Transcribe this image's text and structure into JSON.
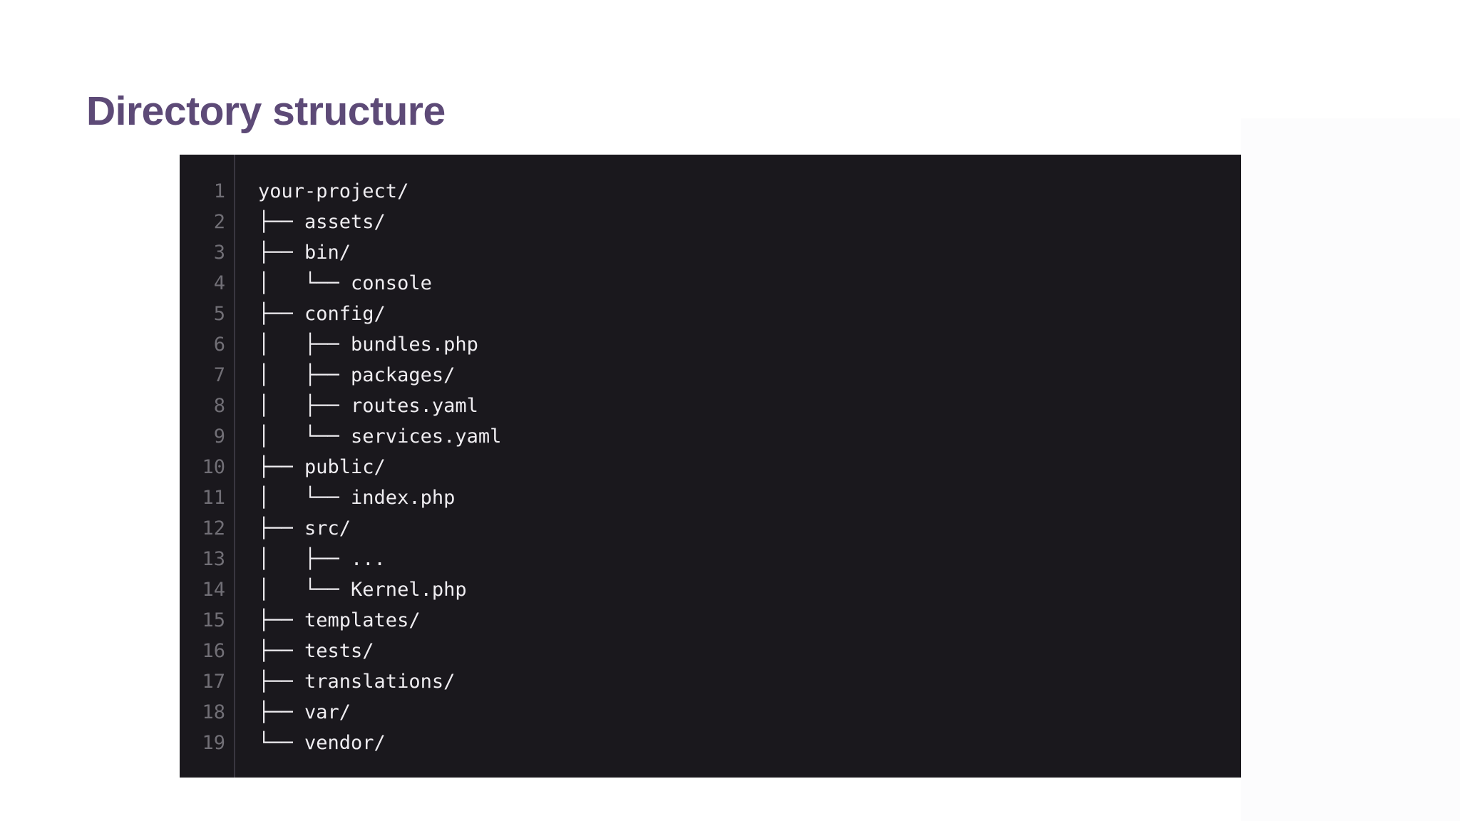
{
  "page": {
    "title": "Directory structure"
  },
  "colors": {
    "accent": "#5d4a77",
    "page_bg": "#ffffff",
    "code_bg": "#1a181d",
    "divider": "#393640",
    "line_number": "#716f76",
    "code_text": "#efedf1"
  },
  "code_block": {
    "language": "plaintext",
    "lines": [
      {
        "num": "1",
        "text": "your-project/"
      },
      {
        "num": "2",
        "text": "├── assets/"
      },
      {
        "num": "3",
        "text": "├── bin/"
      },
      {
        "num": "4",
        "text": "│   └── console"
      },
      {
        "num": "5",
        "text": "├── config/"
      },
      {
        "num": "6",
        "text": "│   ├── bundles.php"
      },
      {
        "num": "7",
        "text": "│   ├── packages/"
      },
      {
        "num": "8",
        "text": "│   ├── routes.yaml"
      },
      {
        "num": "9",
        "text": "│   └── services.yaml"
      },
      {
        "num": "10",
        "text": "├── public/"
      },
      {
        "num": "11",
        "text": "│   └── index.php"
      },
      {
        "num": "12",
        "text": "├── src/"
      },
      {
        "num": "13",
        "text": "│   ├── ..."
      },
      {
        "num": "14",
        "text": "│   └── Kernel.php"
      },
      {
        "num": "15",
        "text": "├── templates/"
      },
      {
        "num": "16",
        "text": "├── tests/"
      },
      {
        "num": "17",
        "text": "├── translations/"
      },
      {
        "num": "18",
        "text": "├── var/"
      },
      {
        "num": "19",
        "text": "└── vendor/"
      }
    ]
  }
}
